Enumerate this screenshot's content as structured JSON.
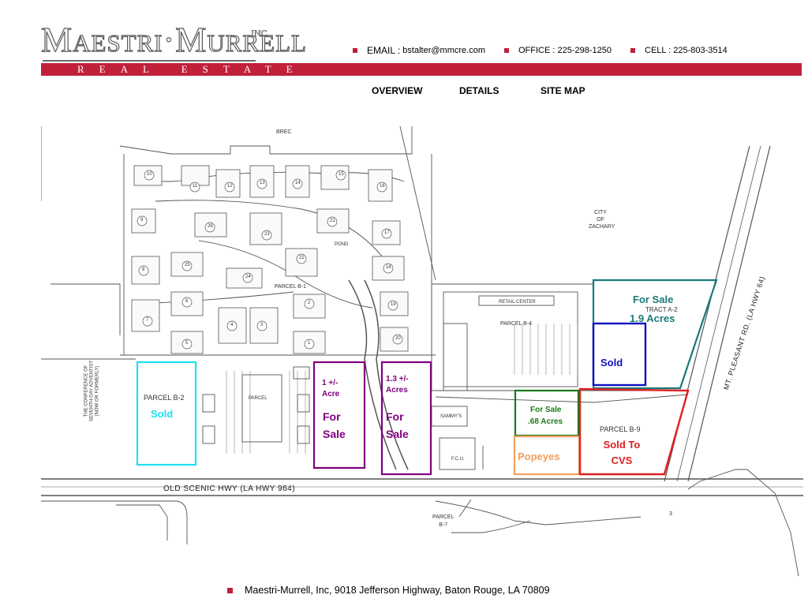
{
  "header": {
    "logo_main": "Maestri·Murrell",
    "logo_inc": "INC.",
    "band_text": "REAL ESTATE",
    "email_label": "EMAIL :",
    "email_value": "bstalter@mmcre.com",
    "office": "OFFICE : 225-298-1250",
    "cell": "CELL : 225-803-3514"
  },
  "colors": {
    "brand_red": "#c0203a",
    "teal": "#1a7a7a",
    "blue": "#1010c0",
    "cyan": "#20e0f0",
    "purple": "#800080",
    "green": "#1a7a1a",
    "orange": "#f0a060",
    "red": "#e02020"
  },
  "nav": {
    "overview": "OVERVIEW",
    "details": "DETAILS",
    "site_map": "SITE MAP"
  },
  "map": {
    "brec": "BREC",
    "city": [
      "CITY",
      "OF",
      "ZACHARY"
    ],
    "conference": [
      "THE CONFERENCE OF",
      "SEVENTH-DAY ADVENTIST",
      "(NOW OR FORMERLY)"
    ],
    "parcel_b1": "PARCEL B-1",
    "parcel_b4": "PARCEL B-4",
    "retail_center": "RETAIL CENTER",
    "pond": "POND",
    "buildings": [
      "1",
      "2",
      "3",
      "4",
      "5",
      "6",
      "7",
      "8",
      "9",
      "10",
      "11",
      "12",
      "13",
      "14",
      "15",
      "16",
      "17",
      "18",
      "19",
      "20",
      "21",
      "22",
      "23",
      "24",
      "25",
      "26"
    ],
    "parcel_b2": "PARCEL B-2",
    "parcel_b2_status": "Sold",
    "parcel_center": "PARCEL",
    "lot_1_acre": "1 +/-",
    "lot_1_acre_2": "Acre",
    "lot_1_status": "For",
    "lot_1_status_2": "Sale",
    "lot_13_acre": "1.3 +/-",
    "lot_13_acre_2": "Acres",
    "lot_13_status": "For",
    "lot_13_status_2": "Sale",
    "sammys": "SAMMY'S",
    "fcu": "F.C.U.",
    "tract_a2_status": "For Sale",
    "tract_a2": "TRACT A-2",
    "tract_a2_acres": "1.9 Acres",
    "blue_lot_status": "Sold",
    "green_lot_status": "For Sale",
    "green_lot_acres": ".68 Acres",
    "popeyes": "Popeyes",
    "parcel_b9": "PARCEL B-9",
    "parcel_b9_status": "Sold To",
    "parcel_b9_status_2": "CVS",
    "old_scenic": "OLD SCENIC HWY (LA HWY 964)",
    "mt_pleasant": "MT. PLEASANT RD. (LA HWY 64)",
    "parcel_b7": "PARCEL",
    "parcel_b7_2": "B-7",
    "mark_3": "3"
  },
  "footer": {
    "address": "Maestri-Murrell, Inc, 9018 Jefferson Highway, Baton Rouge, LA  70809"
  }
}
